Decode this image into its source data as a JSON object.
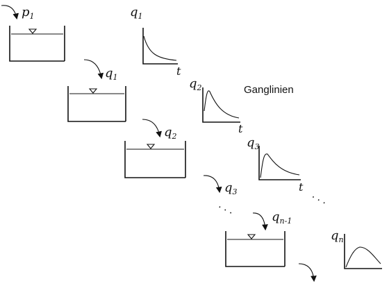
{
  "title": "Ganglinien",
  "axis_label": "t",
  "tank_labels": {
    "p1": {
      "base": "p",
      "sub": "1"
    },
    "q1": {
      "base": "q",
      "sub": "1"
    },
    "q2": {
      "base": "q",
      "sub": "2"
    },
    "q3": {
      "base": "q",
      "sub": "3"
    },
    "qn1": {
      "base": "q",
      "sub": "n-1"
    }
  },
  "graph_labels": {
    "g1": {
      "base": "q",
      "sub": "1"
    },
    "g2": {
      "base": "q",
      "sub": "2"
    },
    "g3": {
      "base": "q",
      "sub": "3"
    },
    "gn": {
      "base": "q",
      "sub": "n"
    }
  },
  "ellipsis": ". . ."
}
